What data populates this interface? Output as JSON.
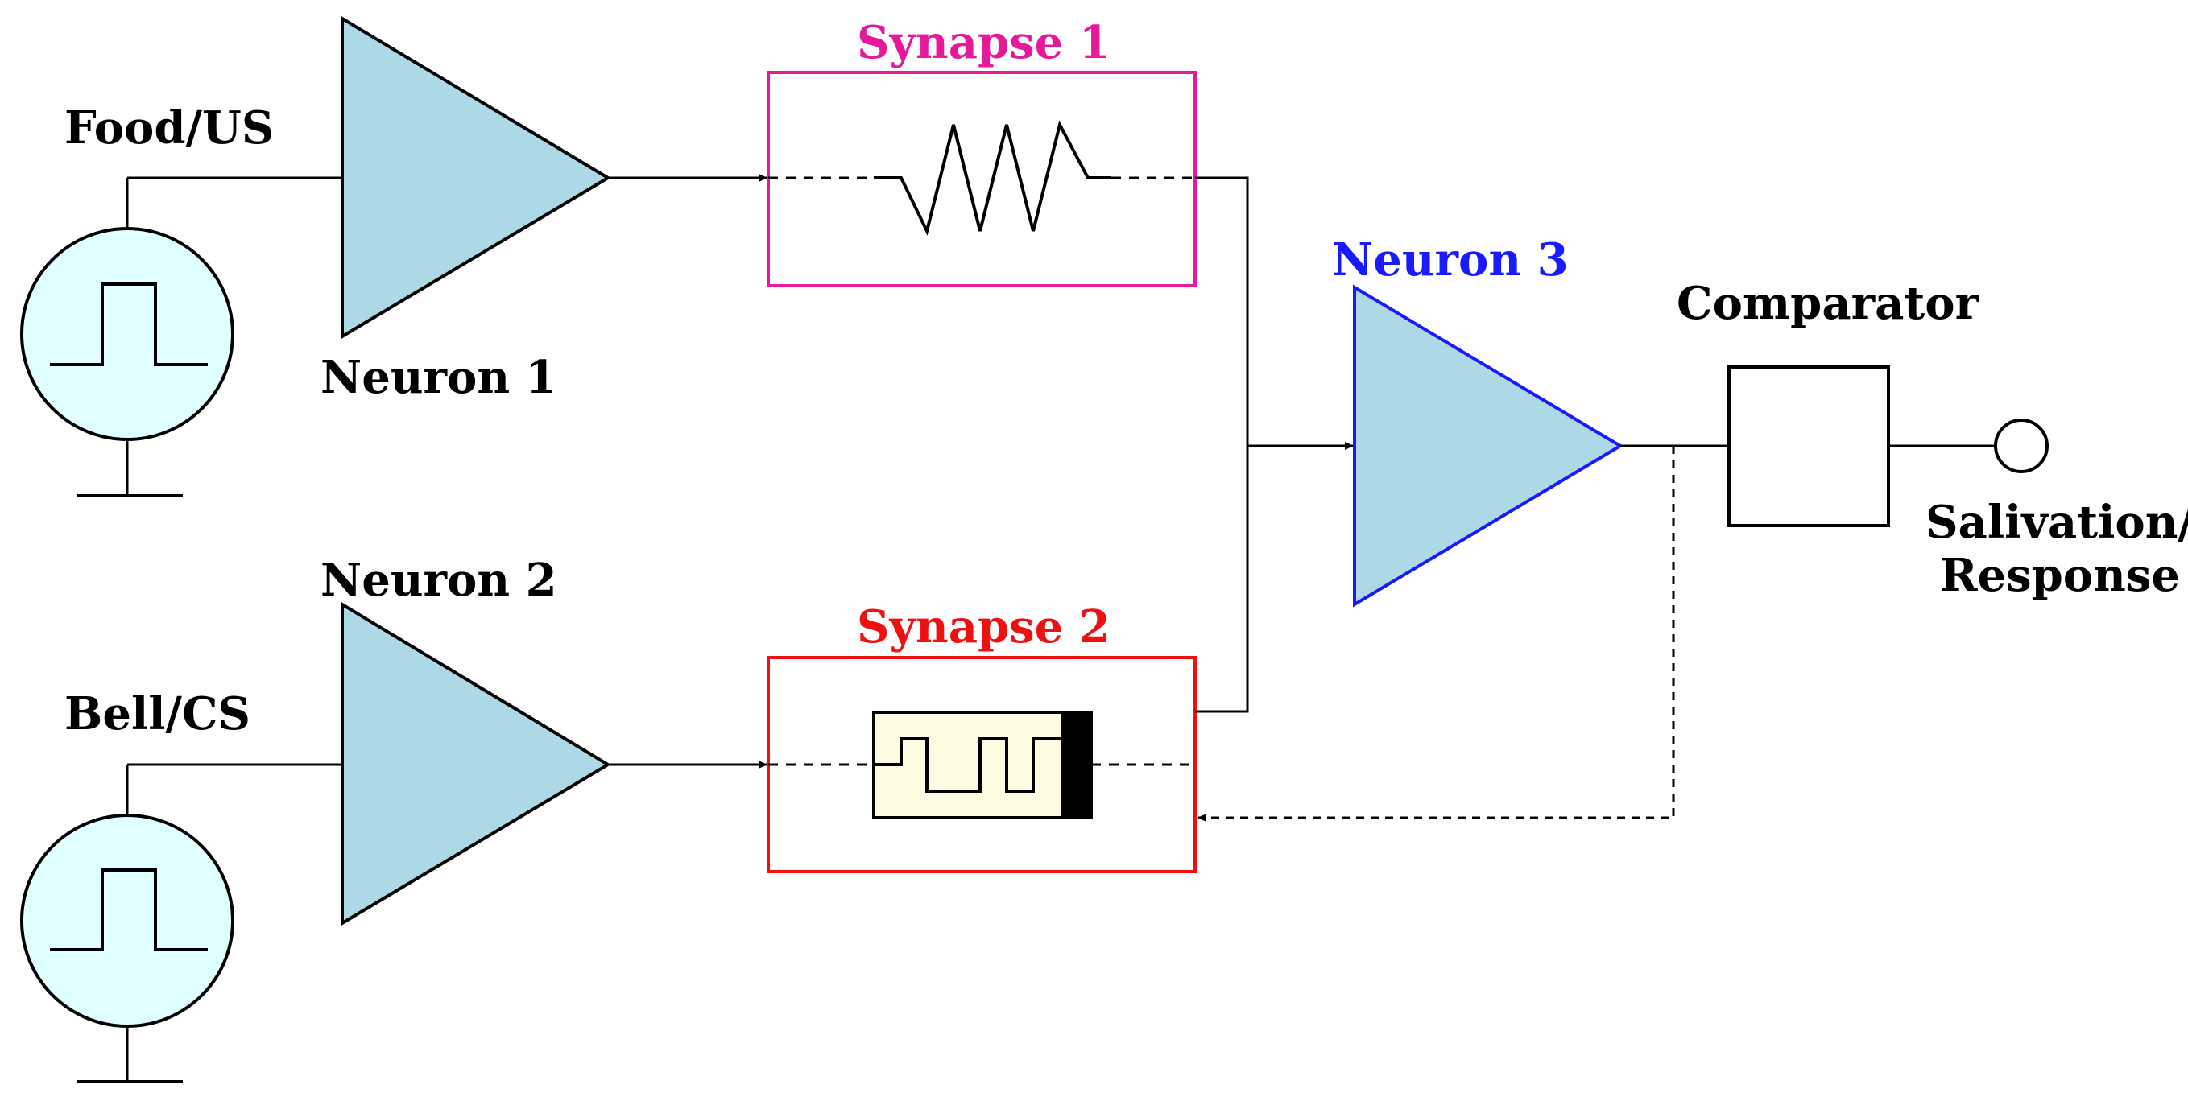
{
  "labels": {
    "food_us": "Food/US",
    "bell_cs": "Bell/CS",
    "neuron1": "Neuron 1",
    "neuron2": "Neuron 2",
    "neuron3": "Neuron 3",
    "synapse1": "Synapse 1",
    "synapse2": "Synapse 2",
    "comparator": "Comparator",
    "output_line1": "Salivation/",
    "output_line2": "Response"
  },
  "colors": {
    "neuron_fill": "#add8e6",
    "source_fill": "#e0ffff",
    "synapse1": "#e6199b",
    "synapse2": "#ee1111",
    "neuron3_stroke": "#1a1aff",
    "memristor_fill": "#fffbe0",
    "wire": "#000000"
  },
  "icons": {
    "source": "pulse-source-icon",
    "ground": "ground-icon",
    "amplifier": "triangle-amplifier-icon",
    "resistor": "resistor-icon",
    "memristor": "memristor-icon",
    "output": "output-terminal-icon"
  }
}
